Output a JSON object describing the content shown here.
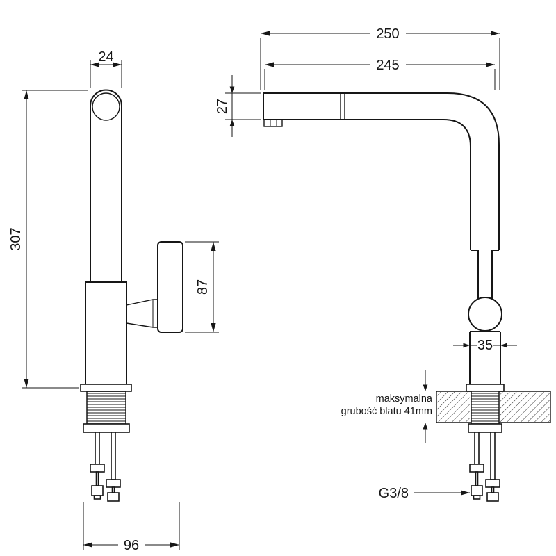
{
  "page": {
    "background": "#ffffff",
    "line_color": "#161616"
  },
  "views": {
    "front": {
      "dim_spout_width": "24",
      "dim_total_height": "307",
      "dim_handle_height": "87",
      "dim_base_depth": "96"
    },
    "side": {
      "dim_total_reach": "250",
      "dim_spout_reach": "245",
      "dim_spout_end_height": "27",
      "dim_body_diameter": "35",
      "worktop_note_line1": "maksymalna",
      "worktop_note_line2": "grubość blatu 41mm",
      "connection_thread": "G3/8"
    }
  }
}
